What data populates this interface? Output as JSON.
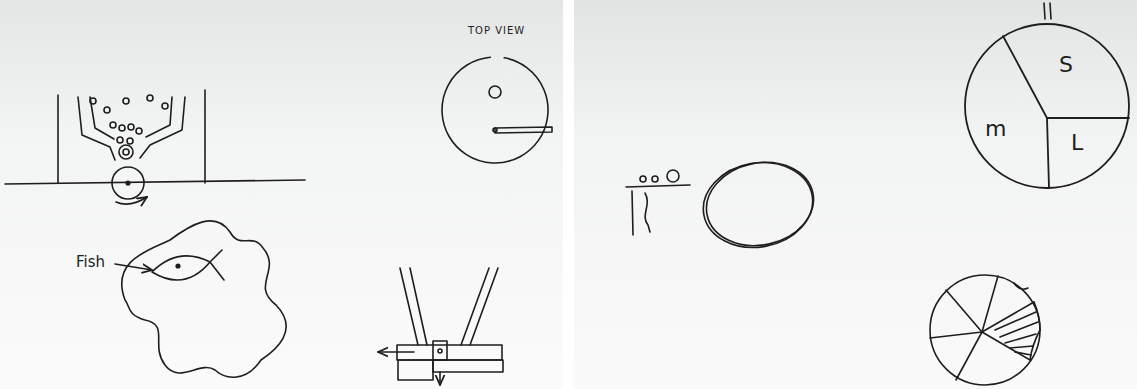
{
  "diagram": {
    "nodes": [
      {
        "text": [
          "S",
          "m",
          "L"
        ]
      }
    ],
    "labels": [
      "TOP VIEW",
      "Fish"
    ]
  }
}
